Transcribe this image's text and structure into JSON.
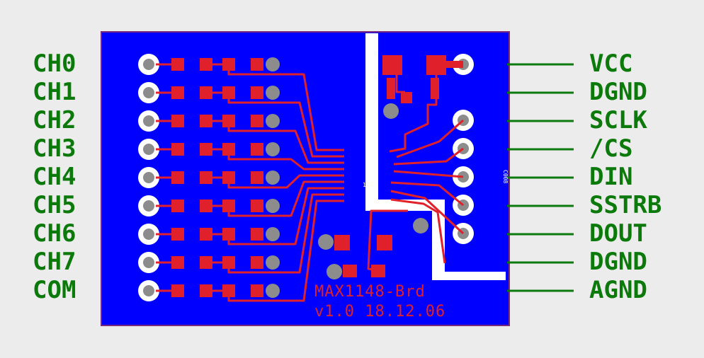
{
  "board": {
    "name": "MAX1148-Brd",
    "version": "v1.0 18.12.06",
    "small_marks": [
      "1148",
      "C008"
    ]
  },
  "left_pins": [
    "CH0",
    "CH1",
    "CH2",
    "CH3",
    "CH4",
    "CH5",
    "CH6",
    "CH7",
    "COM"
  ],
  "right_pins": [
    "VCC",
    "DGND",
    "SCLK",
    "/CS",
    "DIN",
    "SSTRB",
    "DOUT",
    "DGND",
    "AGND"
  ],
  "colors": {
    "background": "#ececec",
    "board_copper": "#0000ff",
    "board_outline": "#7a2a7a",
    "trace": "#e0202a",
    "pad_ring": "#ffffff",
    "pad_hole": "#8c8c8c",
    "label": "#0b7a0b",
    "cutout": "#ffffff"
  },
  "icons": {
    "header_pad": "through-hole-pad-icon",
    "smd_pad": "smd-pad-icon",
    "via": "via-icon"
  }
}
